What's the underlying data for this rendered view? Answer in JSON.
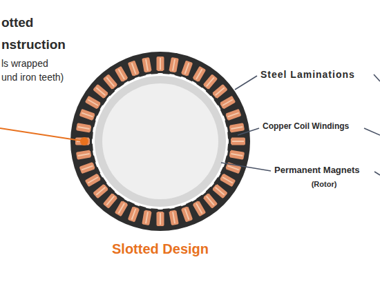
{
  "diagram": {
    "labels": [
      "otted",
      "nstruction",
      "ls wrapped",
      "und iron teeth)",
      "Steel Laminations",
      "Copper Coil Windings",
      "Permanent Magnets",
      "(Rotor)",
      "Slotted Design"
    ]
  }
}
